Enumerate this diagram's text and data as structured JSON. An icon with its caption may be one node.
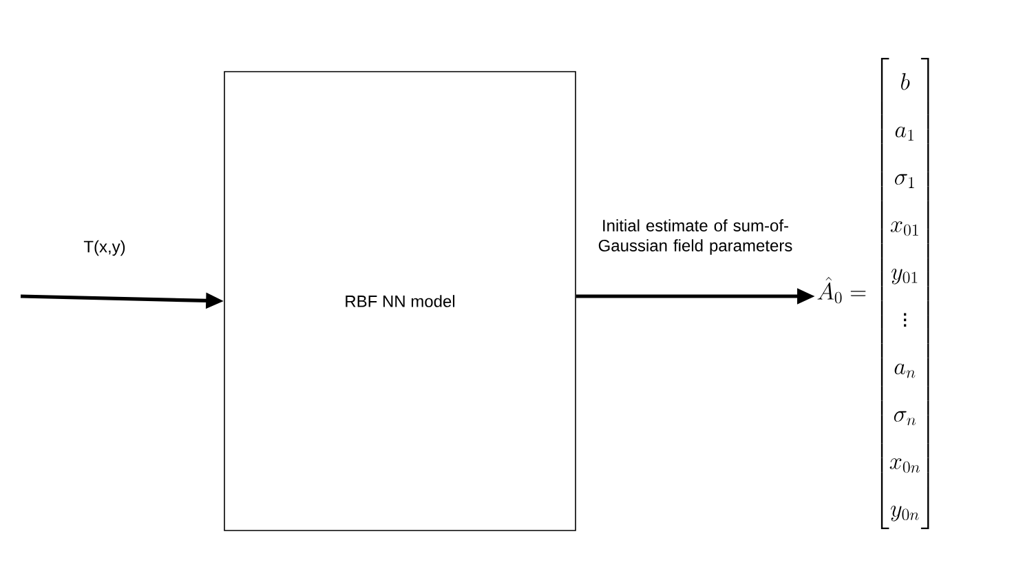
{
  "diagram": {
    "nodes": [
      {
        "text": [
          "RBF NN model"
        ]
      },
      {
        "text": [
          "\\hat{A}_0 = \\begin{bmatrix} b \\\\ a_1 \\\\ \\sigma_1 \\\\ x_{01} \\\\ y_{01} \\\\ \\vdots \\\\ a_n \\\\ \\sigma_n \\\\ x_{0n} \\\\ y_{0n} \\end{bmatrix}"
        ]
      }
    ],
    "edges": [
      {
        "from": null,
        "to": 0,
        "arrow": "to",
        "label": "T(x,y)"
      },
      {
        "from": 0,
        "to": 1,
        "arrow": "to",
        "label": "Initial estimate of sum-of-Gaussian field parameters"
      }
    ]
  }
}
